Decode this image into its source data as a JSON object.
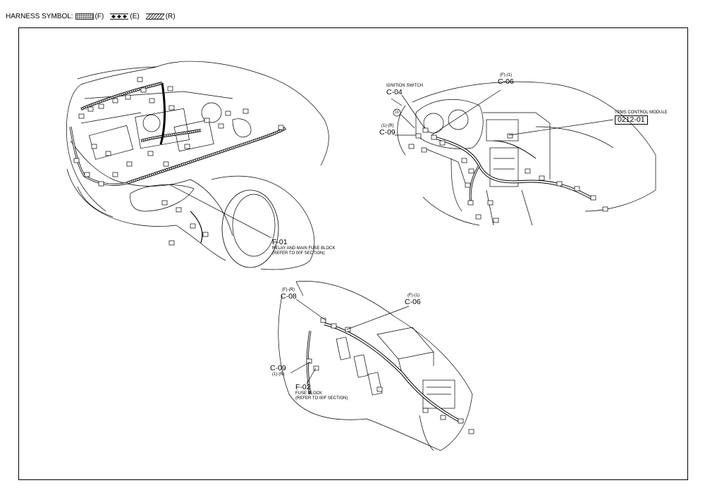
{
  "legend": {
    "title": "HARNESS SYMBOL:",
    "items": [
      {
        "code": "(F)",
        "pattern": "grid"
      },
      {
        "code": "(E)",
        "pattern": "diamonds"
      },
      {
        "code": "(R)",
        "pattern": "hatch"
      }
    ]
  },
  "callouts": {
    "f01": {
      "code": "F-01",
      "desc1": "RELAY AND MAIN FUSE BLOCK",
      "desc2": "(REFER TO 00F SECTION)"
    },
    "ign": {
      "desc": "IGNITION SWITCH",
      "code": "C-04"
    },
    "c06_top": {
      "sub": "(F)-(1)",
      "code": "C-06"
    },
    "c09_top": {
      "sub": "(1)-(R)",
      "code": "C-09"
    },
    "ten": {
      "text": "10"
    },
    "tpms": {
      "desc": "TPMS CONTROL MODULE",
      "code": "0212-01"
    },
    "c08": {
      "sub": "(F)-(R)",
      "code": "C-08"
    },
    "c06_bot": {
      "sub": "(F)-(1)",
      "code": "C-06"
    },
    "c09_bot": {
      "code": "C-09",
      "sub": "(1)-(R)"
    },
    "f02": {
      "code": "F-02",
      "desc1": "FUSE BLOCK",
      "desc2": "(REFER TO 00F SECTION)"
    }
  },
  "colors": {
    "line": "#000000",
    "background": "#ffffff"
  }
}
